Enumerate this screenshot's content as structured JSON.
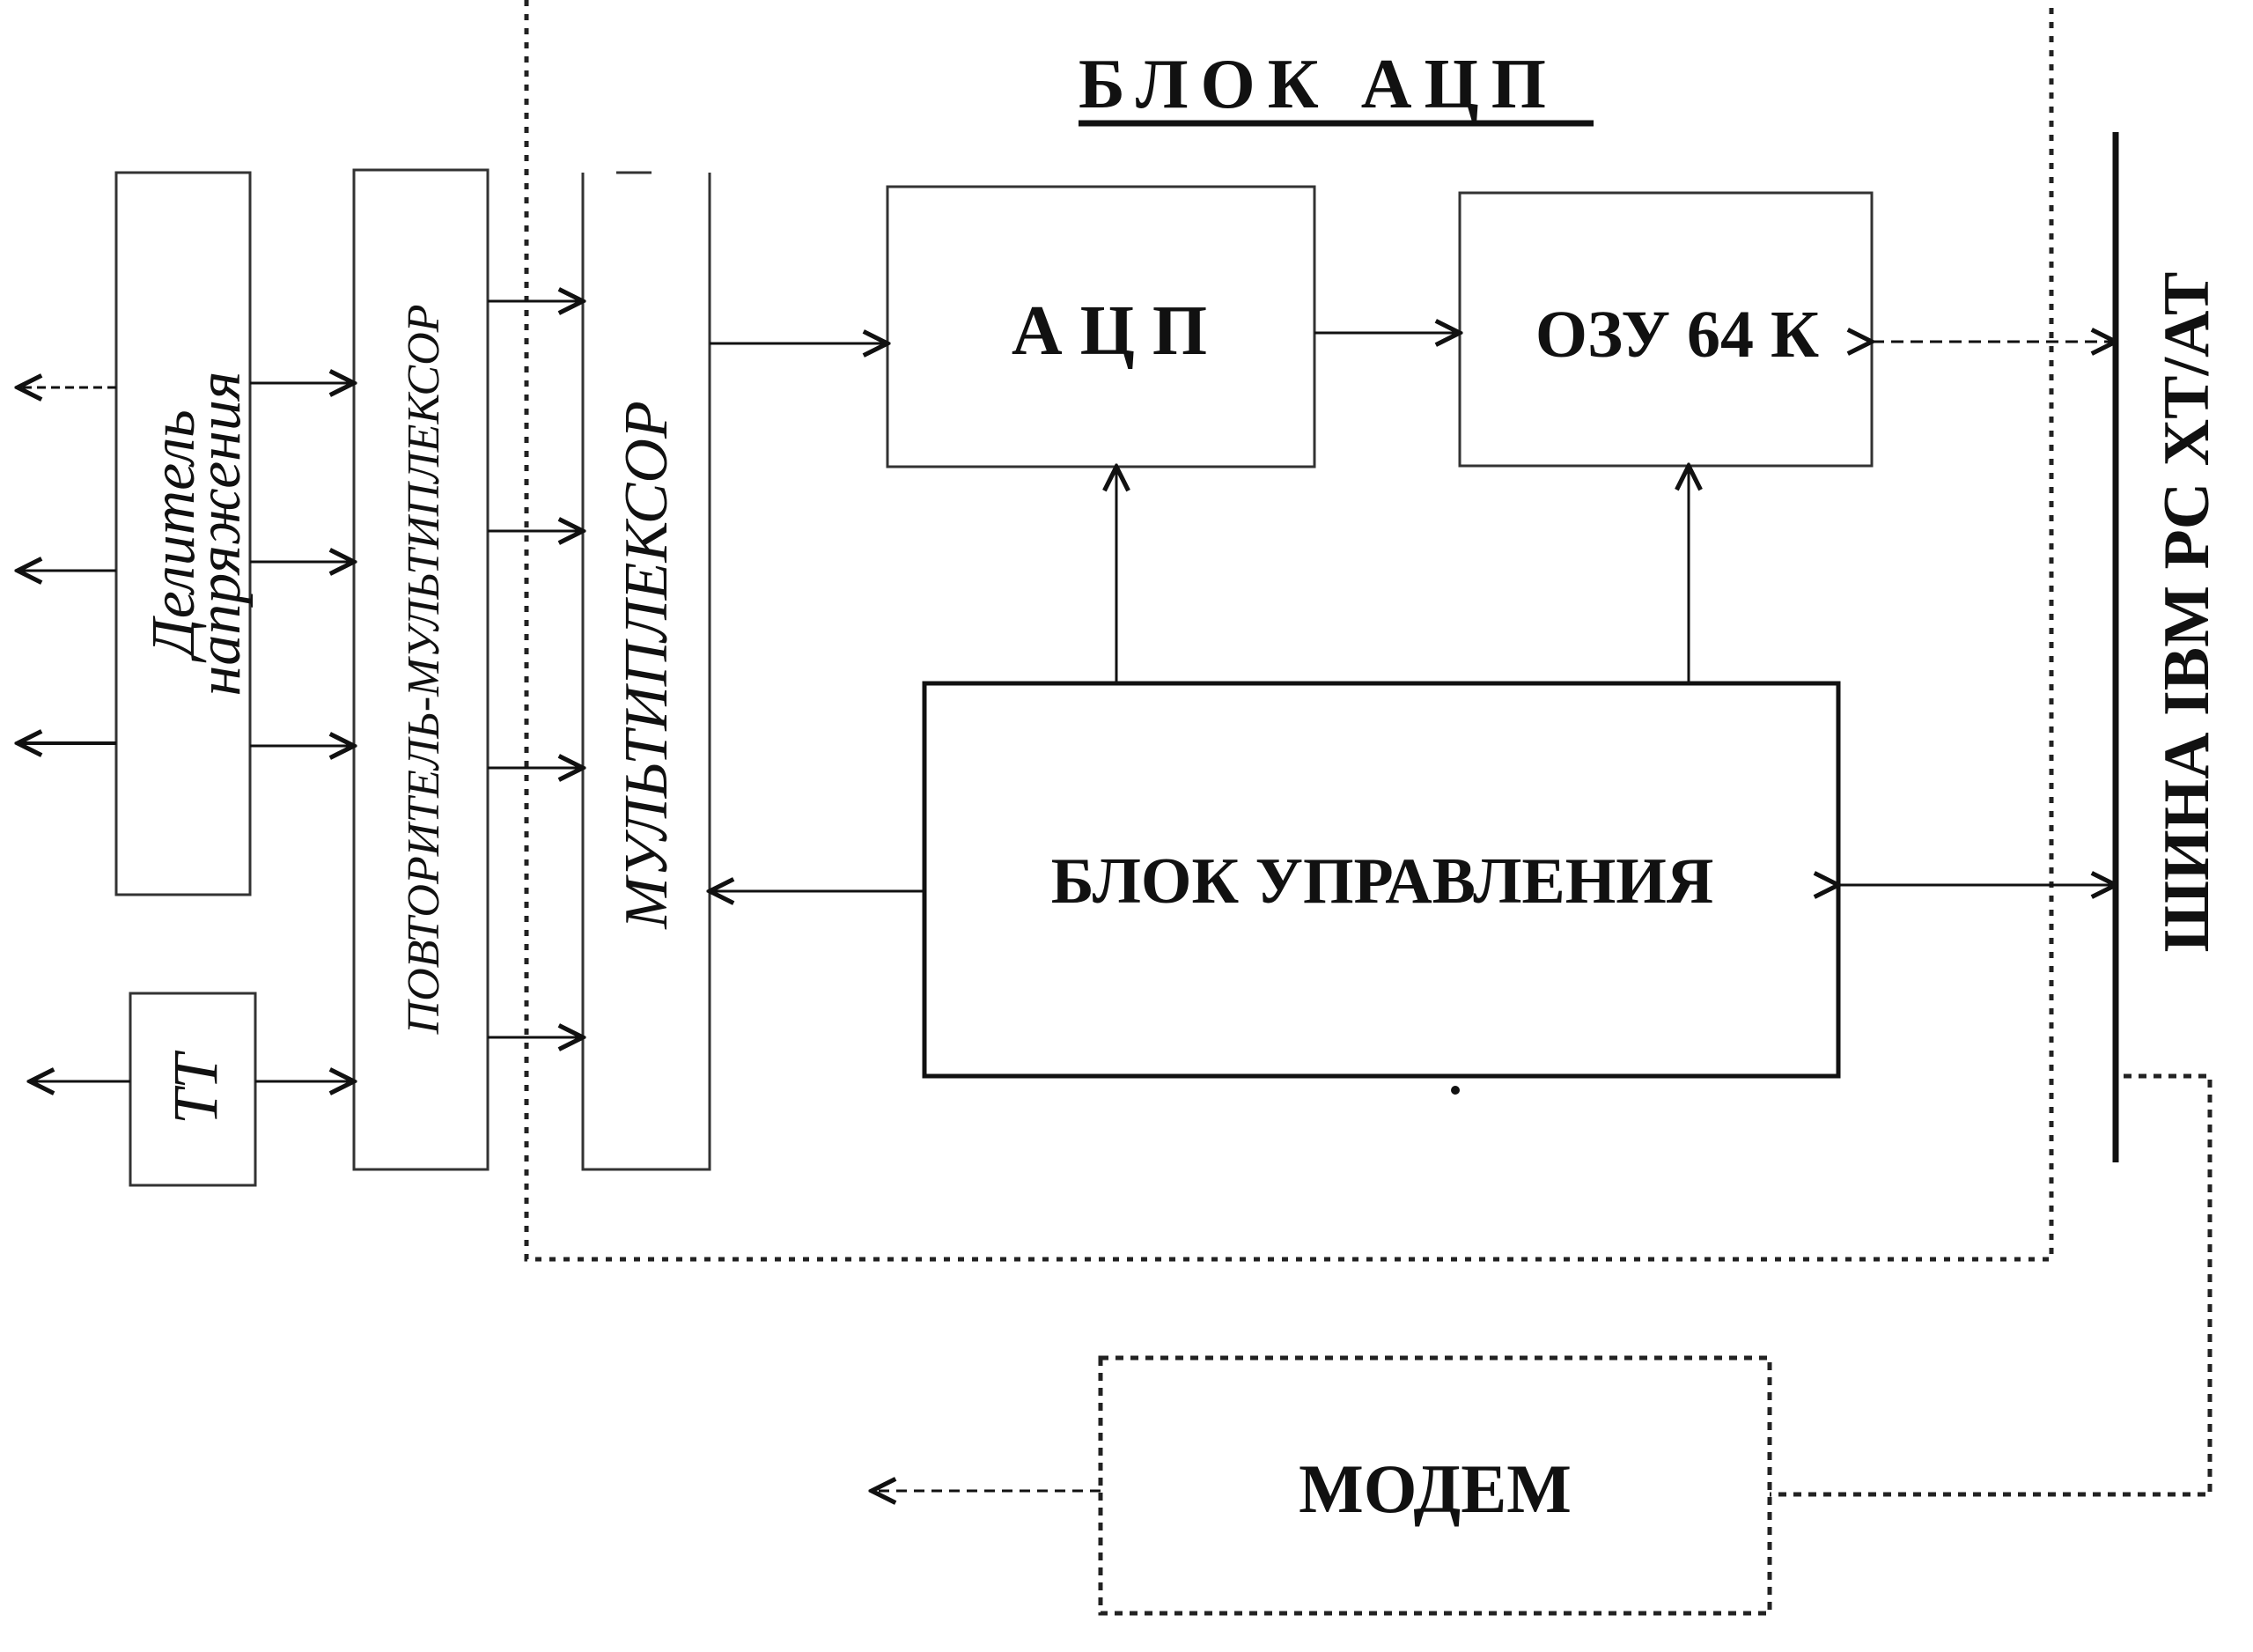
{
  "diagram": {
    "block_title": "БЛОК АЦП",
    "nodes": {
      "divider_line1": "Делитель",
      "divider_line2": "напряжения",
      "tt": "ТТ",
      "repeater_mux": "ПОВТОРИТЕЛЬ-МУЛЬТИПЛЕКСОР",
      "multiplexer": "МУЛЬТИПЛЕКСОР",
      "adc": "А Ц П",
      "ram": "ОЗУ 64 К",
      "control_unit": "БЛОК УПРАВЛЕНИЯ",
      "modem": "МОДЕМ",
      "bus": "ШИНА IBM PC XT/AT"
    },
    "colors": {
      "ink": "#111111",
      "box_ink": "#333333",
      "background": "#ffffff"
    }
  }
}
